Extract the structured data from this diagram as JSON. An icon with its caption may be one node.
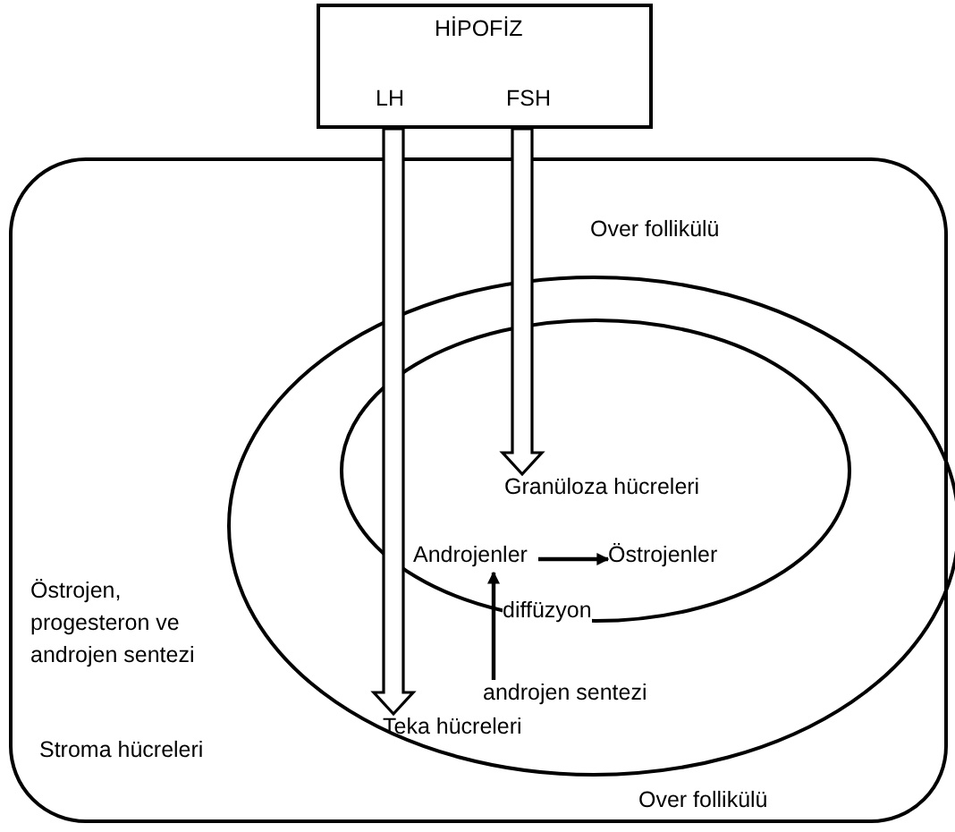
{
  "diagram": {
    "nodes": [
      {
        "text": [
          "HİPOFİZ"
        ]
      },
      {
        "text": [
          "LH"
        ],
        "in": 0
      },
      {
        "text": [
          "FSH"
        ],
        "in": 0
      },
      {
        "text": [
          "Östrojen, progesteron ve androjen sentezi",
          "Stroma hücreleri"
        ]
      },
      {
        "text": [
          "Over follikülü",
          "Over follikülü"
        ],
        "in": 3
      },
      {
        "text": [],
        "shape": "circle",
        "in": 4
      },
      {
        "text": [
          "Granüloza hücreleri"
        ],
        "in": 5
      },
      {
        "text": [
          "Androjenler"
        ],
        "in": 5
      },
      {
        "text": [
          "Östrojenler"
        ],
        "in": 5
      },
      {
        "text": [
          "androjen sentezi"
        ],
        "in": 4
      },
      {
        "text": [
          "Teka hücreleri"
        ],
        "in": 4
      }
    ],
    "edges": [
      {
        "from": 1,
        "to": 10,
        "arrow": "to",
        "style": "thick"
      },
      {
        "from": 2,
        "to": 6,
        "arrow": "to",
        "style": "thick"
      },
      {
        "from": 7,
        "to": 8,
        "arrow": "to"
      },
      {
        "from": 9,
        "to": 7,
        "arrow": "to",
        "label": "diffüzyon"
      }
    ]
  }
}
